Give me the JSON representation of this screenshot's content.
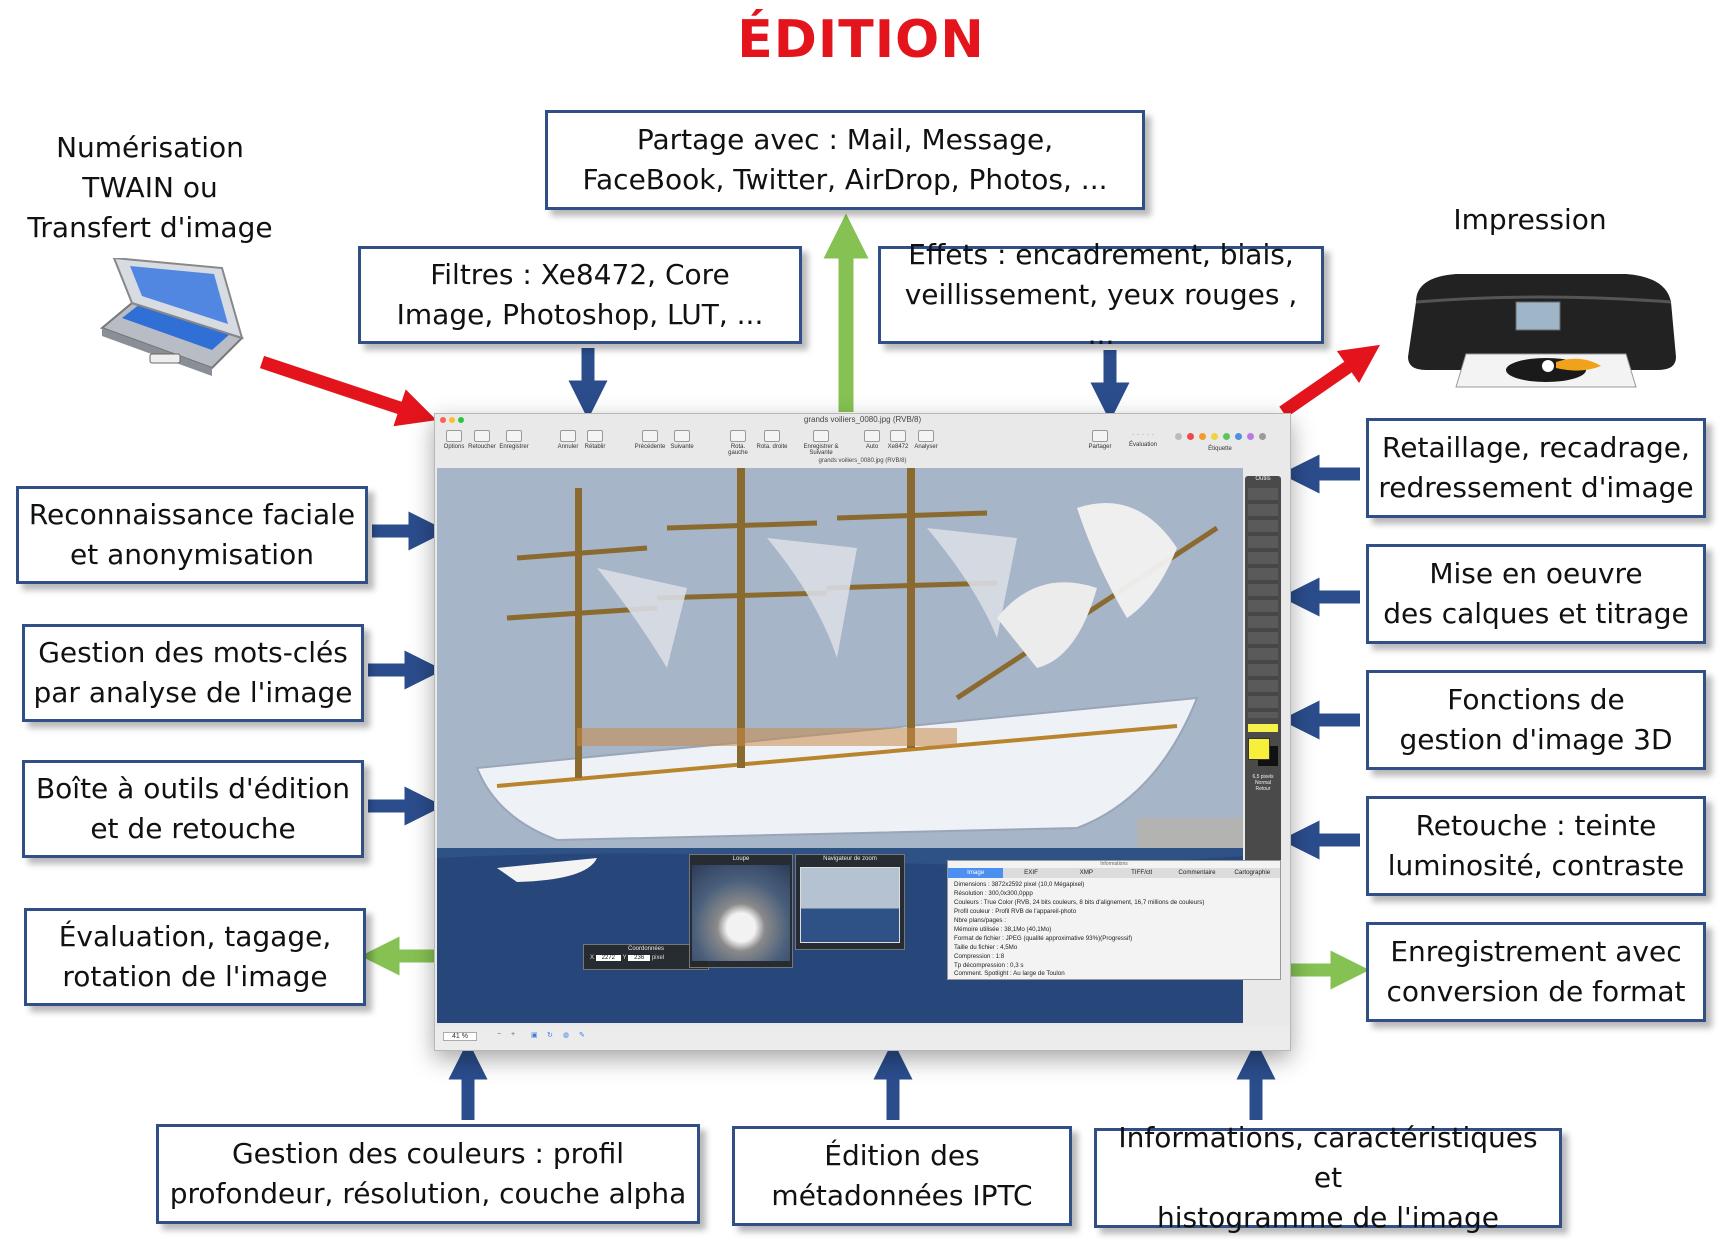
{
  "title": "ÉDITION",
  "colors": {
    "title": "#e3141c",
    "box_border": "#2f4f86",
    "arrow_blue": "#2b4d8c",
    "arrow_green": "#86c253",
    "arrow_red": "#e3141c"
  },
  "labels": {
    "scan": "Numérisation\nTWAIN ou\nTransfert d'image",
    "print": "Impression"
  },
  "boxes": {
    "share": "Partage avec : Mail, Message,\nFaceBook, Twitter, AirDrop, Photos, ...",
    "filters": "Filtres : Xe8472, Core\nImage, Photoshop, LUT, ...",
    "effects": "Effets : encadrement, biais,\nveillissement, yeux rouges , ...",
    "faces": "Reconnaissance faciale\net anonymisation",
    "keywords": "Gestion des mots-clés\npar analyse de l'image",
    "toolbox": "Boîte à outils d'édition\net de retouche",
    "rating": "Évaluation, tagage,\nrotation de l'image",
    "crop": "Retaillage, recadrage,\nredressement d'image",
    "layers": "Mise en oeuvre\ndes calques et titrage",
    "3d": "Fonctions de\ngestion d'image 3D",
    "retouch": "Retouche : teinte\nluminosité, contraste",
    "save": "Enregistrement avec\nconversion de format",
    "colors": "Gestion des couleurs : profil\nprofondeur, résolution, couche alpha",
    "iptc": "Édition des\nmétadonnées IPTC",
    "info": "Informations, caractéristiques et\nhistogramme de l'image"
  },
  "app": {
    "window_title": "grands voiliers_0080.jpg (RVB/8)",
    "doc_title": "grands voiliers_0080.jpg (RVB/8)",
    "toolbar": [
      "Options",
      "Retoucher",
      "Enregistrer",
      "Annuler",
      "Rétablir",
      "Précédente",
      "Suivante",
      "Rota. gauche",
      "Rota. droite",
      "Enregistrer & Suivante",
      "Auto",
      "Xe8472",
      "Analyser",
      "Partager",
      "Évaluation",
      "Étiquette"
    ],
    "tool_palette_title": "Outils",
    "panels": {
      "coords_title": "Coordonnées",
      "coord_x": "2272",
      "coord_y": "236",
      "coord_unit": "pixel",
      "loupe_title": "Loupe",
      "navigator_title": "Navigateur de zoom",
      "info_title": "Informations",
      "info_tabs": [
        "Image",
        "EXIF",
        "XMP",
        "TIFF/ctl",
        "Commentaire",
        "Cartographie"
      ],
      "info_rows": [
        "Dimensions : 3872x2592 pixel (10,0 Mégapixel)",
        "Résolution : 300,0x300,0ppp",
        "Couleurs : True Color (RVB, 24 bits couleurs, 8 bits d'alignement, 16,7 millions de couleurs)",
        "Profil couleur : Profil RVB de l'appareil-photo",
        "Nbre plans/pages :",
        "Mémoire utilisée : 38,1Mo (40,1Mo)",
        "Format de fichier : JPEG (qualité approximative 93%)(Progressif)",
        "Taille du fichier : 4,5Mo",
        "Compression : 1:8",
        "Tp décompression : 0,3 s",
        "Comment. Spotlight : Au large de Toulon"
      ]
    },
    "zoom": "41 %",
    "palette_size": "6,5 pixels",
    "palette_mode": "Normal",
    "palette_extra": "Retour"
  }
}
